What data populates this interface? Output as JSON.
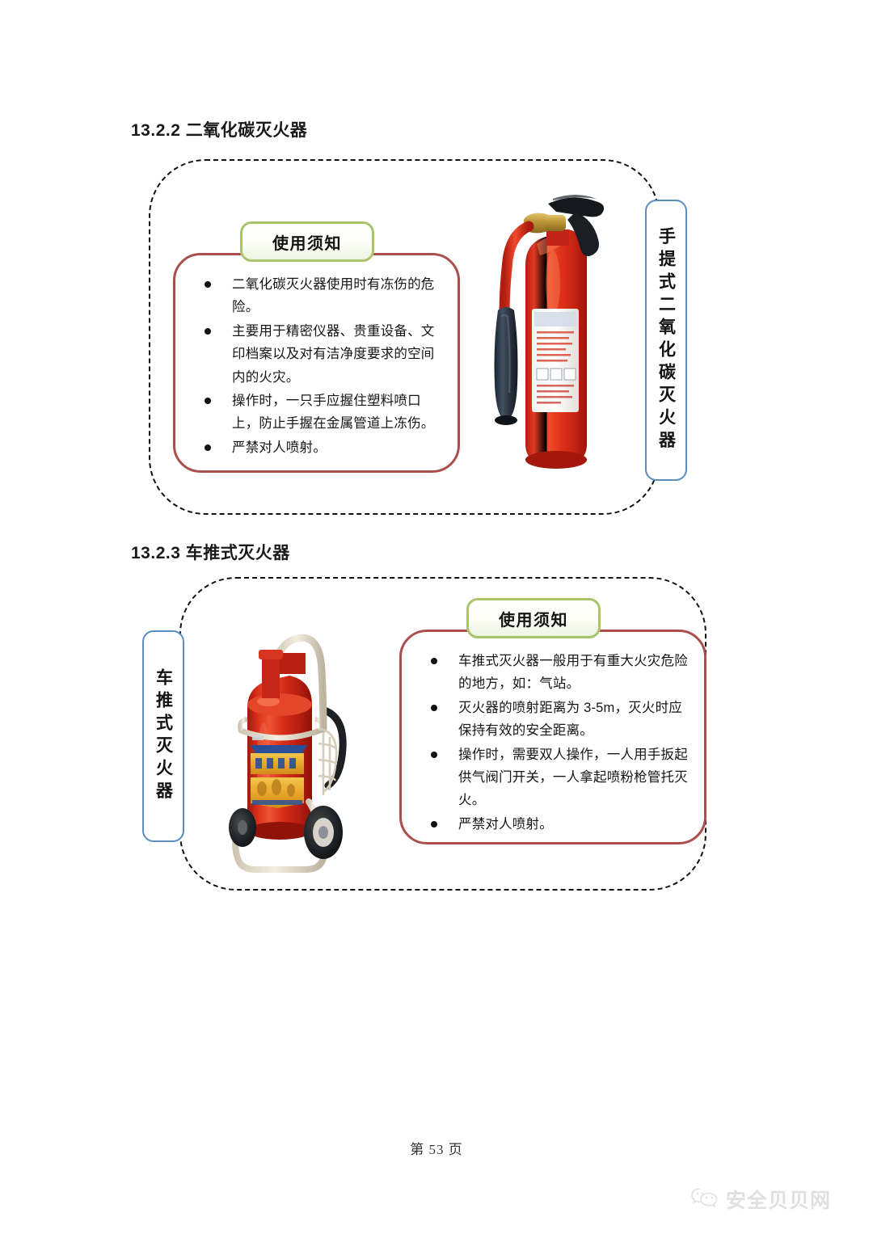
{
  "page": {
    "footer": "第 53 页",
    "background_color": "#ffffff"
  },
  "watermark": {
    "icon": "wechat-bubbles-icon",
    "text": "安全贝贝网"
  },
  "colors": {
    "notice_box_border": "#ab4f4d",
    "notice_tab_border": "#a9c46b",
    "side_label_border": "#5b8dc0",
    "dashed_frame_border": "#111111",
    "text": "#151515"
  },
  "sections": [
    {
      "heading": "13.2.2 二氧化碳灭火器",
      "side_label": "手提式二氧化碳灭火器",
      "notice_title": "使用须知",
      "device_image": "co2-fire-extinguisher-image",
      "bullets": [
        "二氧化碳灭火器使用时有冻伤的危险。",
        "主要用于精密仪器、贵重设备、文印档案以及对有洁净度要求的空间内的火灾。",
        "操作时，一只手应握住塑料喷口上，防止手握在金属管道上冻伤。",
        "严禁对人喷射。"
      ]
    },
    {
      "heading": "13.2.3 车推式灭火器",
      "side_label": "车推式灭火器",
      "notice_title": "使用须知",
      "device_image": "wheeled-cart-fire-extinguisher-image",
      "bullets": [
        "车推式灭火器一般用于有重大火灾危险的地方，如：气站。",
        "灭火器的喷射距离为 3-5m，灭火时应保持有效的安全距离。",
        "操作时，需要双人操作，一人用手扳起供气阀门开关，一人拿起喷粉枪管托灭火。",
        "严禁对人喷射。"
      ]
    }
  ]
}
